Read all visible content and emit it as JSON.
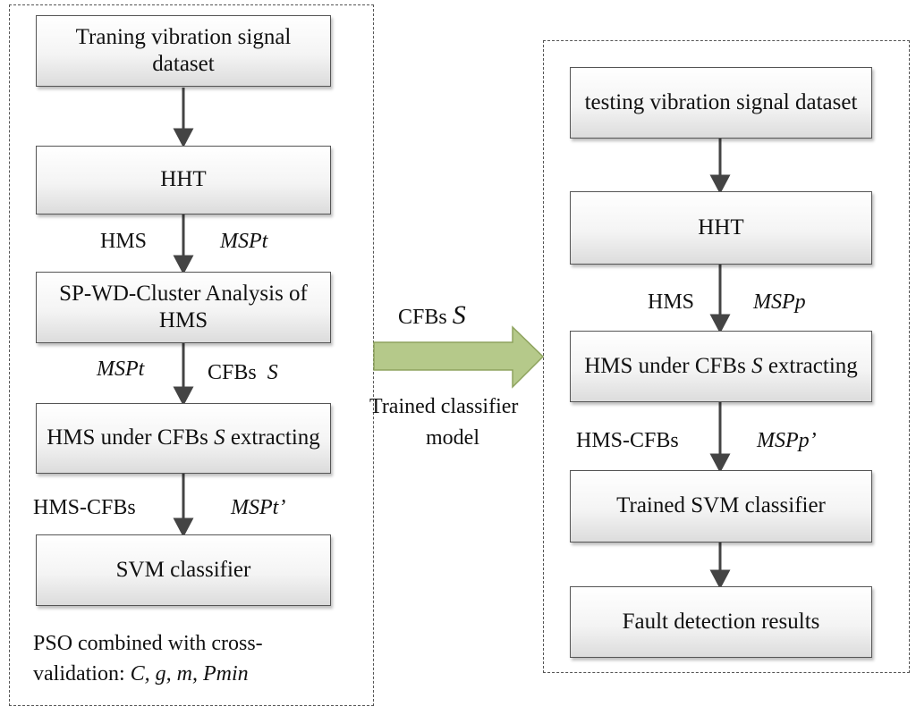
{
  "training": {
    "dataset": "Traning vibration signal dataset",
    "hht": "HHT",
    "cluster": "SP-WD-Cluster Analysis of HMS",
    "extract_prefix": "HMS under CFBs ",
    "extract_var": "S",
    "extract_suffix": " extracting",
    "svm": "SVM classifier",
    "lbl_hms": "HMS",
    "lbl_msp_1": "MSPt",
    "lbl_msp_2": "MSPt",
    "lbl_cfbs": "CFBs",
    "lbl_cfbs_var": "S",
    "lbl_hms_cfbs": "HMS-CFBs",
    "lbl_msp_prime": "MSPt’",
    "pso_line1": "PSO  combined with cross-",
    "pso_line2_prefix": "validation:  ",
    "pso_params": "C, g, m, Pmin"
  },
  "transfer": {
    "cfbs": "CFBs",
    "cfbs_var": "S",
    "model_line1": "Trained classifier",
    "model_line2": "model"
  },
  "testing": {
    "dataset": "testing vibration signal dataset",
    "hht": "HHT",
    "extract_prefix": "HMS under CFBs ",
    "extract_var": "S",
    "extract_suffix": " extracting",
    "svm": "Trained SVM classifier",
    "results": "Fault detection results",
    "lbl_hms": "HMS",
    "lbl_msp": "MSPp",
    "lbl_hms_cfbs": "HMS-CFBs",
    "lbl_msp_prime": "MSPp’"
  },
  "colors": {
    "transfer_arrow_fill": "#b5c98a",
    "transfer_arrow_stroke": "#8ea35e",
    "flow_arrow": "#444444"
  }
}
